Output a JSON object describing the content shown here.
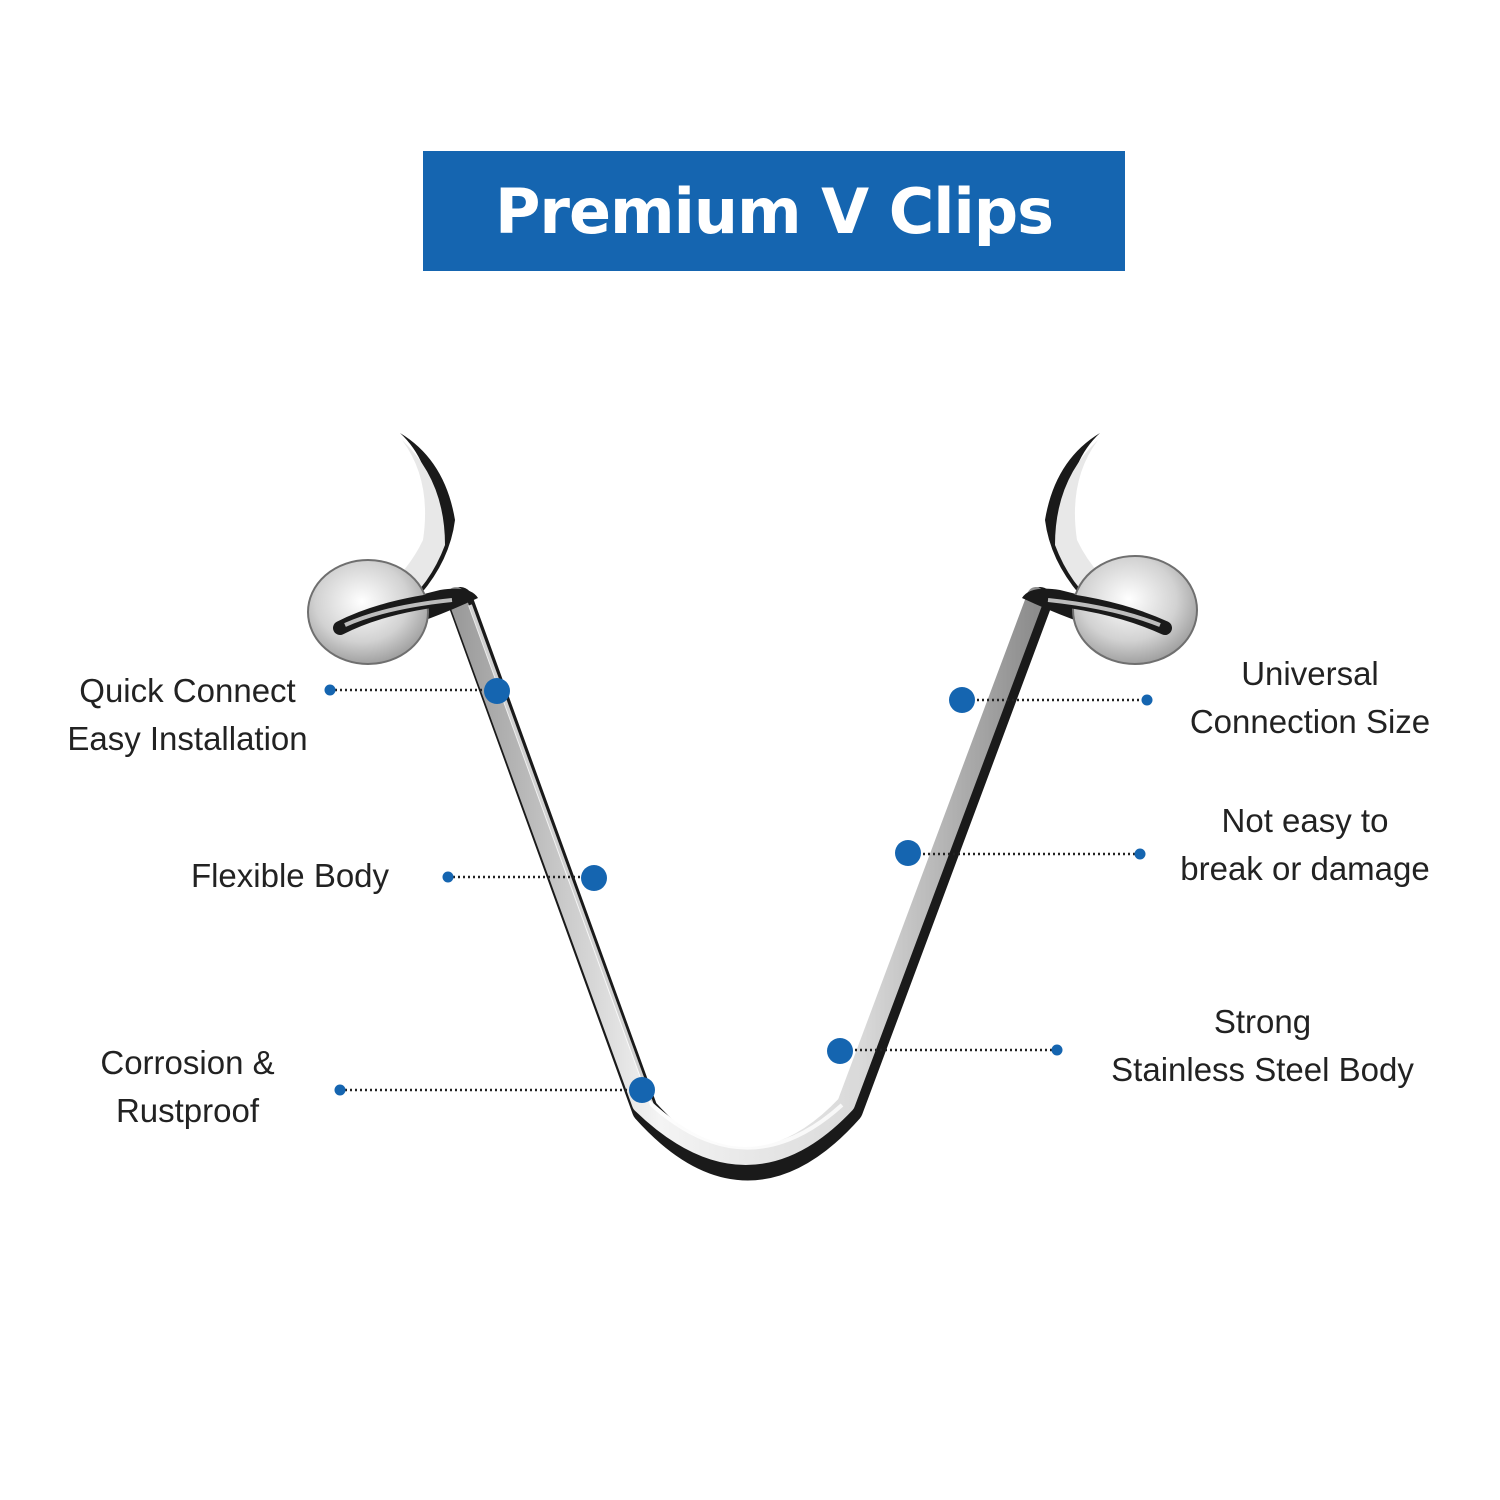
{
  "title": "Premium V Clips",
  "colors": {
    "accent": "#1565b0",
    "background": "#ffffff",
    "text": "#222222",
    "metal_light": "#f2f2f2",
    "metal_dark": "#1a1a1a"
  },
  "image": "v-clip",
  "callouts": [
    {
      "id": "quick-connect",
      "side": "left",
      "lines": [
        "Quick Connect",
        "Easy Installation"
      ]
    },
    {
      "id": "flexible-body",
      "side": "left",
      "lines": [
        "Flexible Body"
      ]
    },
    {
      "id": "corrosion",
      "side": "left",
      "lines": [
        "Corrosion &",
        "Rustproof"
      ]
    },
    {
      "id": "universal-size",
      "side": "right",
      "lines": [
        "Universal",
        "Connection Size"
      ]
    },
    {
      "id": "not-easy-break",
      "side": "right",
      "lines": [
        "Not easy to",
        "break or damage"
      ]
    },
    {
      "id": "strong-steel",
      "side": "right",
      "lines": [
        "Strong",
        "Stainless Steel Body"
      ]
    }
  ]
}
